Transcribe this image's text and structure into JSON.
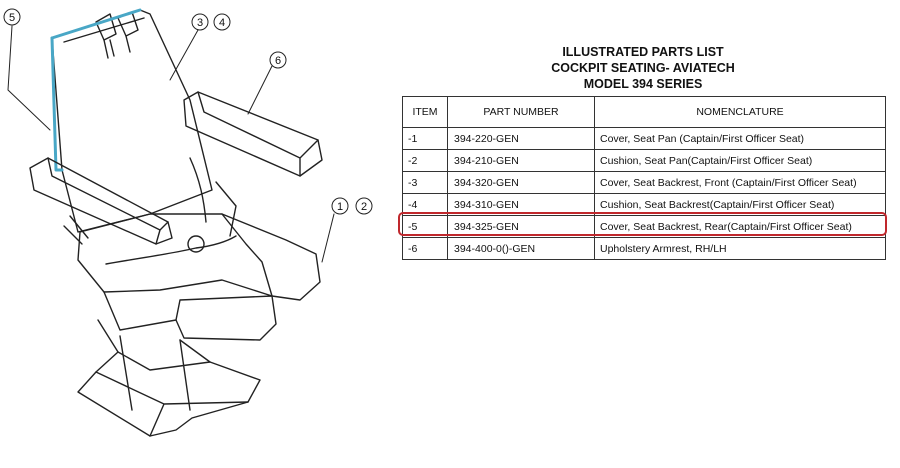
{
  "diagram": {
    "callouts": [
      "5",
      "3",
      "4",
      "6",
      "1",
      "2"
    ],
    "highlight_color": "#49a7c6"
  },
  "title": {
    "line1": "ILLUSTRATED PARTS LIST",
    "line2": "COCKPIT SEATING- AVIATECH",
    "line3": "MODEL 394 SERIES"
  },
  "table": {
    "headers": [
      "ITEM",
      "PART NUMBER",
      "NOMENCLATURE"
    ],
    "rows": [
      {
        "item": "-1",
        "part": "394-220-GEN",
        "name": "Cover, Seat Pan (Captain/First Officer Seat)"
      },
      {
        "item": "-2",
        "part": "394-210-GEN",
        "name": "Cushion, Seat Pan(Captain/First Officer Seat)"
      },
      {
        "item": "-3",
        "part": "394-320-GEN",
        "name": "Cover, Seat Backrest, Front (Captain/First Officer Seat)"
      },
      {
        "item": "-4",
        "part": "394-310-GEN",
        "name": "Cushion, Seat Backrest(Captain/First Officer Seat)"
      },
      {
        "item": "-5",
        "part": "394-325-GEN",
        "name": "Cover, Seat Backrest, Rear(Captain/First Officer Seat)"
      },
      {
        "item": "-6",
        "part": "394-400-0()-GEN",
        "name": "Upholstery Armrest, RH/LH"
      }
    ],
    "highlighted_item": "-5",
    "highlight_color": "#c0282d"
  }
}
